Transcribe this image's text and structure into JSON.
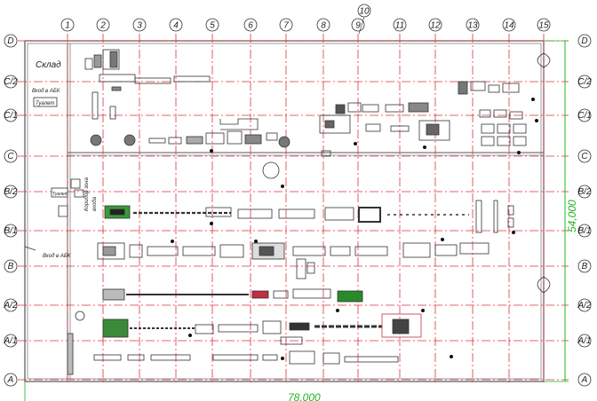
{
  "columns": [
    "1",
    "2",
    "3",
    "4",
    "5",
    "6",
    "7",
    "8",
    "9",
    "10",
    "11",
    "12",
    "13",
    "14",
    "15"
  ],
  "rows": [
    "D",
    "C/2",
    "C/1",
    "C",
    "B/2",
    "B/1",
    "B",
    "A/2",
    "A/1",
    "A"
  ],
  "labels": {
    "warehouse": "Склад",
    "entry_top": "Вход в АБК",
    "entry_mid": "Вход в АБК",
    "toilet_top": "Туалет",
    "toilet_mid": "Туалет",
    "corridor_a": "Коридор зона",
    "corridor_b": "входа"
  },
  "dimensions": {
    "height": "54,000",
    "width": "78,000"
  },
  "colors": {
    "axis_red": "#e0303a",
    "dimension_green": "#22b422",
    "wall": "#555555"
  }
}
